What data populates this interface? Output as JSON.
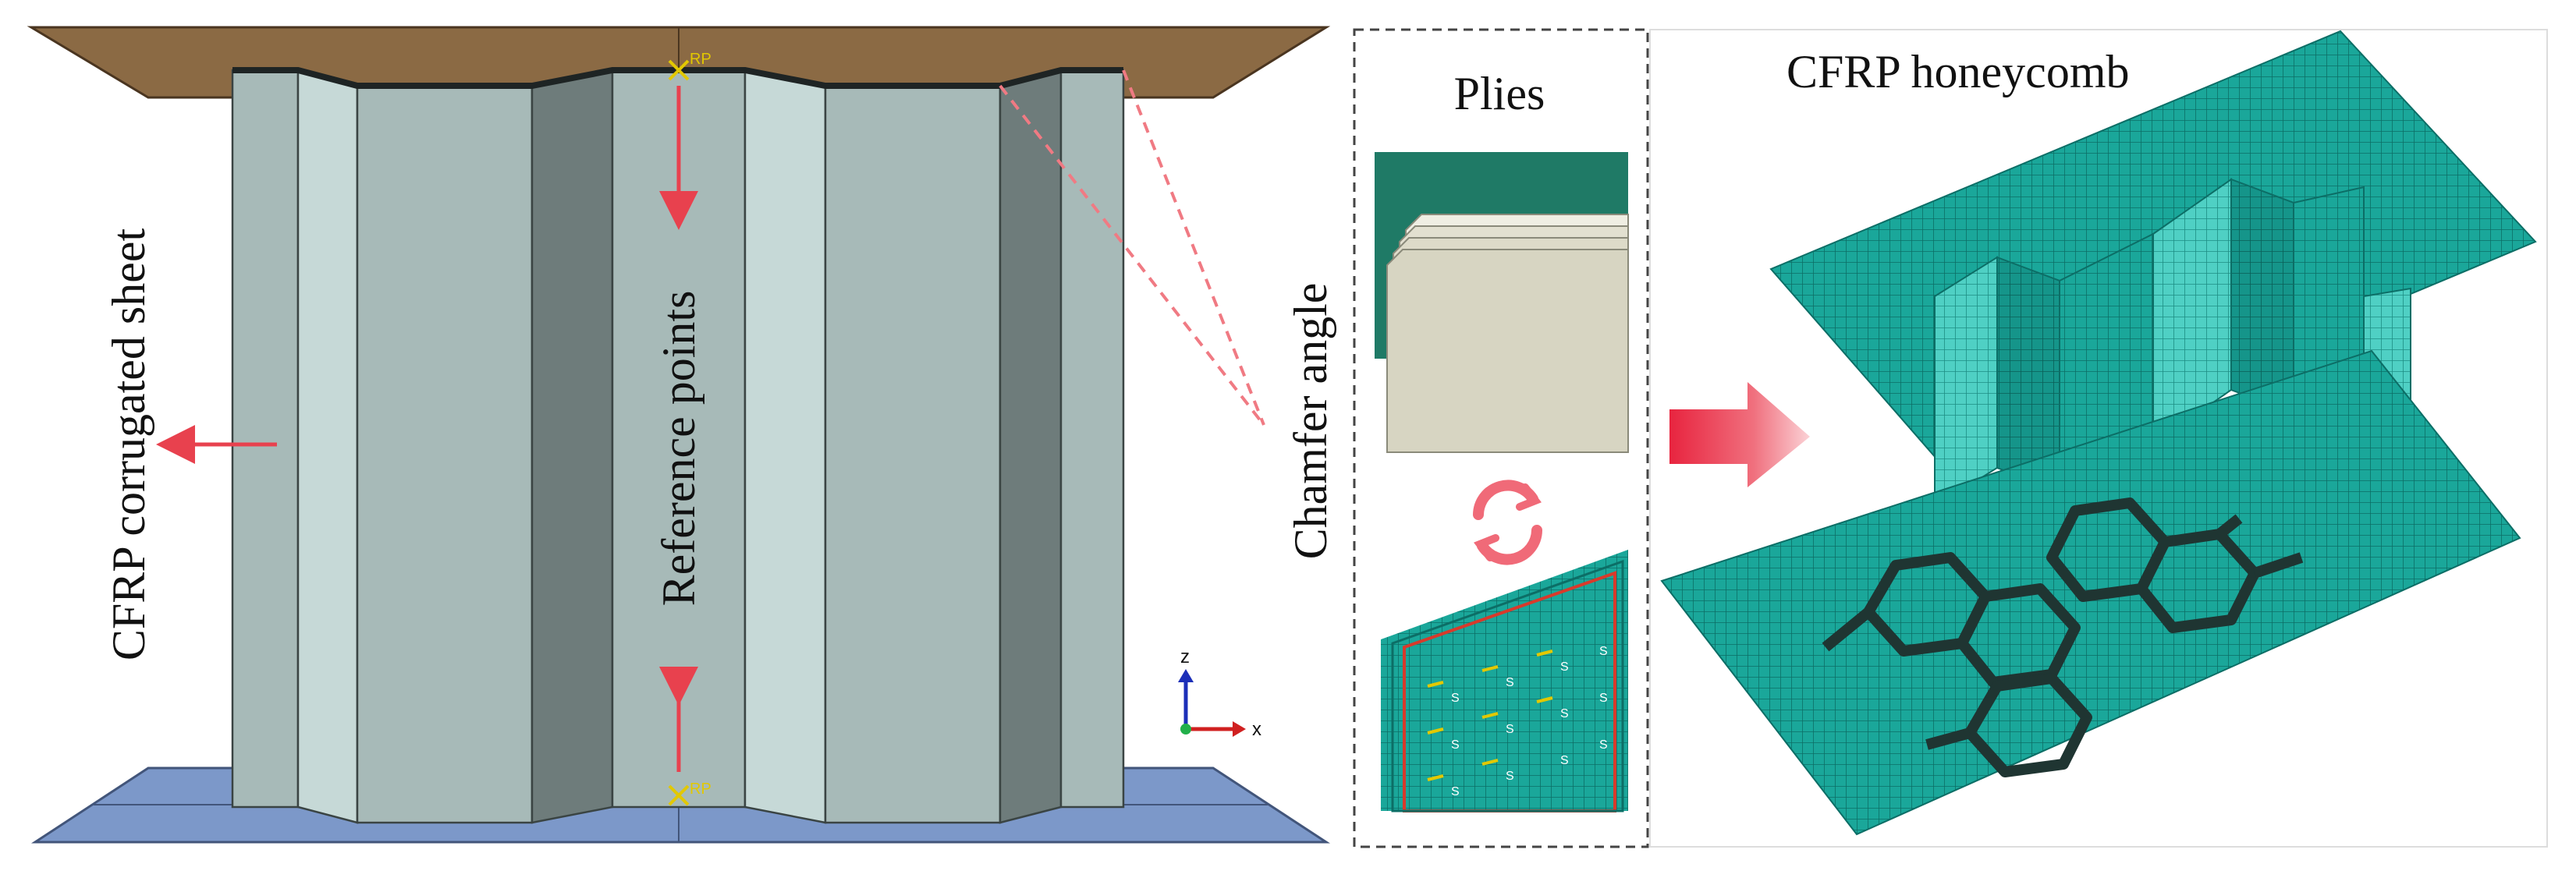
{
  "labels": {
    "corrugated_sheet": "CFRP corrugated sheet",
    "reference_points": "Reference points",
    "chamfer_angle": "Chamfer angle",
    "plies": "Plies",
    "honeycomb": "CFRP honeycomb",
    "rp_top": "RP",
    "rp_bottom": "RP",
    "ply_marker": "S"
  },
  "triad": {
    "z_label": "z",
    "x_label": "x"
  },
  "colors": {
    "top_plate": "#8B6A44",
    "bottom_plate": "#7C98C9",
    "panel_light": "#C6D9D7",
    "panel_mid": "#A7BAB8",
    "panel_dark": "#6E7C7B",
    "mesh_teal": "#1AA79A",
    "ply_green": "#1F7A66",
    "ply_beige": "#D7D5C2",
    "arrow_red": "#E8414E",
    "rp_yellow": "#E2C800"
  },
  "icons": [
    "refresh-cycle-icon",
    "big-right-arrow-icon"
  ]
}
